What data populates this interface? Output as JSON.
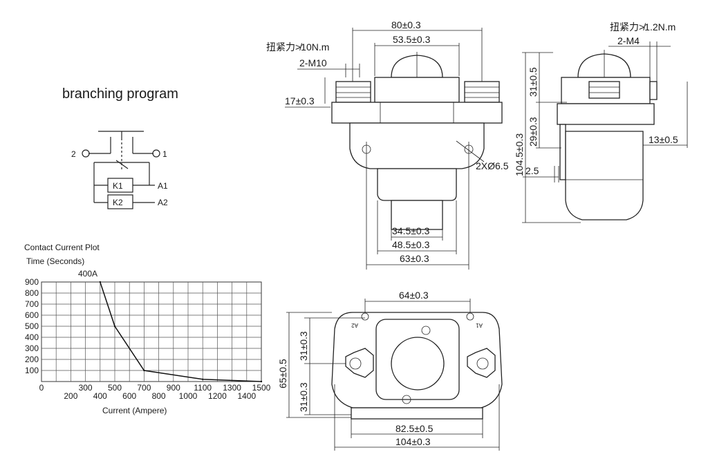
{
  "branching": {
    "title": "branching program",
    "t2": "2",
    "t1": "1",
    "k1": "K1",
    "k2": "K2",
    "a1": "A1",
    "a2": "A2"
  },
  "plot": {
    "title": "Contact Current Plot",
    "ylabel": "Time (Seconds)",
    "xlabel": "Current (Ampere)",
    "marker": "400A"
  },
  "chart_data": {
    "type": "line",
    "title": "Contact Current Plot",
    "xlabel": "Current (Ampere)",
    "ylabel": "Time (Seconds)",
    "xlim": [
      0,
      1500
    ],
    "ylim": [
      0,
      900
    ],
    "grid": true,
    "x_ticks": [
      "0",
      "200",
      "300",
      "400",
      "500",
      "600",
      "700",
      "800",
      "900",
      "1000",
      "1100",
      "1200",
      "1300",
      "1400",
      "1500"
    ],
    "y_ticks": [
      "100",
      "200",
      "300",
      "400",
      "500",
      "600",
      "700",
      "800",
      "900"
    ],
    "annotation": "400A",
    "series": [
      {
        "x": [
          400,
          500,
          700,
          1100,
          1500
        ],
        "y": [
          900,
          500,
          100,
          20,
          0
        ]
      }
    ]
  },
  "front": {
    "d_80": "80±0.3",
    "d_53": "53.5±0.3",
    "torque": "扭紧力≯10N.m",
    "m10": "2-M10",
    "d_17": "17±0.3",
    "hole": "2XØ6.5",
    "d_34": "34.5±0.3",
    "d_48": "48.5±0.3",
    "d_63": "63±0.3"
  },
  "side": {
    "torque": "扭紧力≯1.2N.m",
    "m4": "2-M4",
    "d_31": "31±0.5",
    "d_29": "29±0.3",
    "d_104": "104.5±0.3",
    "d_13": "13±0.5",
    "d_25": "2.5"
  },
  "bottom": {
    "d_64": "64±0.3",
    "d_65": "65±0.5",
    "d_31a": "31±0.3",
    "d_31b": "31±0.3",
    "d_82": "82.5±0.5",
    "d_104": "104±0.3",
    "a1": "A1",
    "a2": "A2"
  }
}
